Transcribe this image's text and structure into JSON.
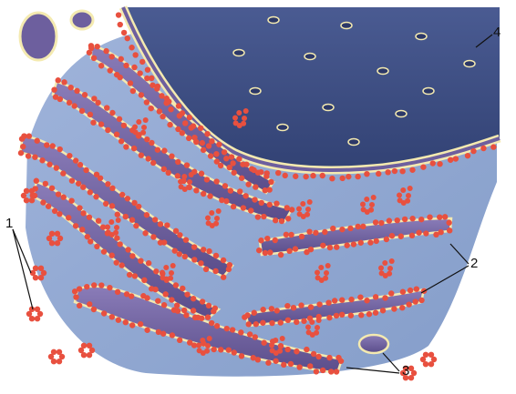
{
  "labels": {
    "l1": "1",
    "l2": "2",
    "l3": "3",
    "l4": "4"
  },
  "colors": {
    "ribosome": "#e8503f",
    "membrane": "#f4eab0",
    "lumen": "#6d5f9e",
    "cytoplasm": "#7f9ccc",
    "nucleus": "#3e4f86"
  }
}
